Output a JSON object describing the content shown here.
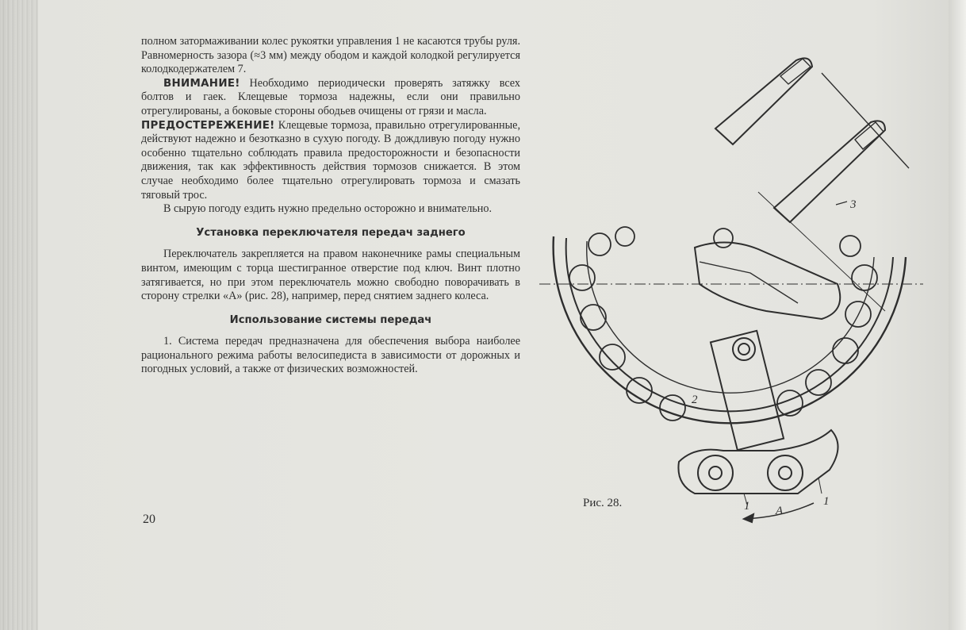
{
  "page": {
    "paragraphs": [
      "полном затормаживании колес рукоятки управления 1 не касаются трубы руля. Равномерность зазора (≈3 мм) между ободом и каждой колодкой регулируется колодкодержателем 7."
    ],
    "attention_label": "ВНИМАНИЕ!",
    "attention_text": " Необходимо периодически проверять затяжку всех болтов и гаек. Клещевые тормоза надежны, если они правильно отрегулированы, а боковые стороны ободьев очищены от грязи и масла.",
    "warning_label": "ПРЕДОСТЕРЕЖЕНИЕ!",
    "warning_text": " Клещевые тормоза, правильно отрегулированные, действуют надежно и безотказно в сухую погоду. В дождливую погоду нужно особенно тщательно соблюдать правила предосторожности и безопасности движения, так как эффективность действия тормозов снижается. В этом случае необходимо более тщательно отрегулировать тормоза и смазать тяговый трос.",
    "rain_text": "В сырую погоду ездить нужно предельно осторожно и внимательно.",
    "section1_title": "Установка переключателя передач заднего",
    "section1_text": "Переключатель закрепляется на правом наконечнике рамы специальным винтом, имеющим с торца шестигранное отверстие под ключ. Винт плотно затягивается, но при этом переключатель можно свободно поворачивать в сторону стрелки «А» (рис. 28), например, перед снятием заднего колеса.",
    "section2_title": "Использование системы передач",
    "section2_text": "1. Система передач предназначена для обеспечения выбора наиболее рационального режима работы велосипедиста в зависимости от дорожных и погодных условий, а также от физических возможностей.",
    "page_number": "20",
    "figure_caption": "Рис. 28.",
    "figure_labels": {
      "label_3": "3",
      "label_2": "2",
      "label_1a": "1",
      "label_1b": "1",
      "label_A": "А"
    },
    "colors": {
      "ink": "#2e2e2e",
      "paper": "#e4e4df"
    }
  }
}
